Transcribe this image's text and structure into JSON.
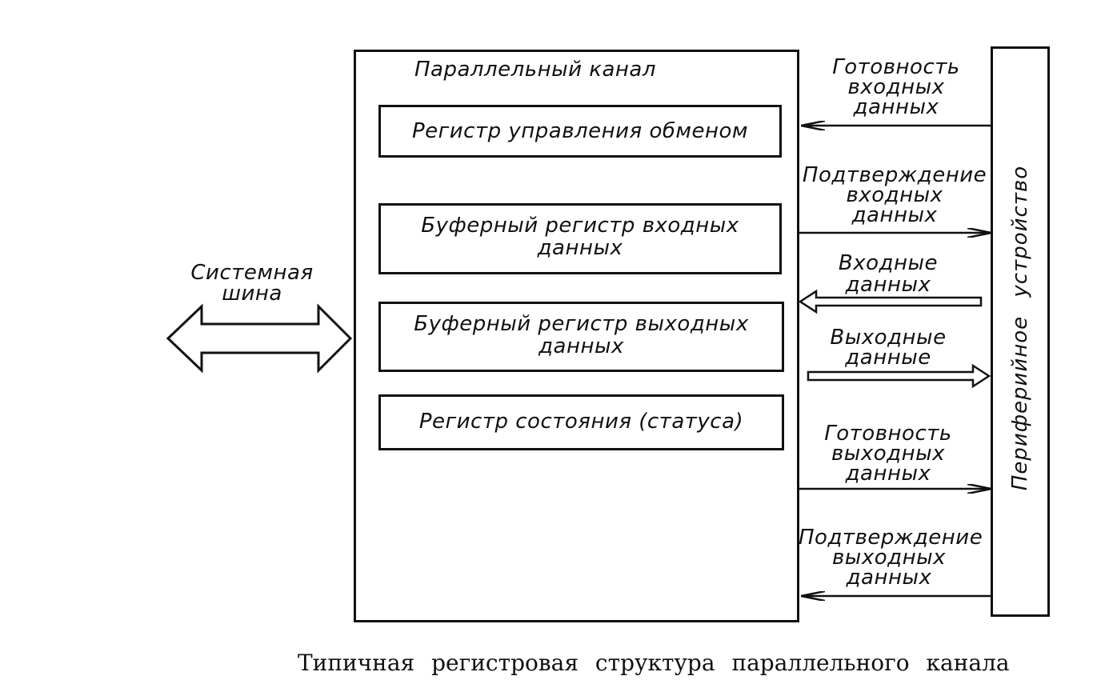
{
  "channel": {
    "title": "Параллельный канал",
    "registers": [
      {
        "lines": [
          "Регистр управления обменом"
        ]
      },
      {
        "lines": [
          "Буферный регистр входных",
          "данных"
        ]
      },
      {
        "lines": [
          "Буферный регистр выходных",
          "данных"
        ]
      },
      {
        "lines": [
          "Регистр состояния (статуса)"
        ]
      }
    ]
  },
  "system_bus": {
    "lines": [
      "Системная",
      "шина"
    ]
  },
  "peripheral": {
    "label": "Периферийное устройство"
  },
  "signals": [
    {
      "lines": [
        "Готовность",
        "входных",
        "данных"
      ],
      "direction": "to-channel",
      "kind": "control"
    },
    {
      "lines": [
        "Подтверждение",
        "входных",
        "данных"
      ],
      "direction": "to-peripheral",
      "kind": "control"
    },
    {
      "lines": [
        "Входные",
        "данных"
      ],
      "direction": "to-channel",
      "kind": "data"
    },
    {
      "lines": [
        "Выходные",
        "данные"
      ],
      "direction": "to-peripheral",
      "kind": "data"
    },
    {
      "lines": [
        "Готовность",
        "выходных",
        "данных"
      ],
      "direction": "to-peripheral",
      "kind": "control"
    },
    {
      "lines": [
        "Подтверждение",
        "выходных",
        "данных"
      ],
      "direction": "to-channel",
      "kind": "control"
    }
  ],
  "caption": "Типичная регистровая структура параллельного канала"
}
